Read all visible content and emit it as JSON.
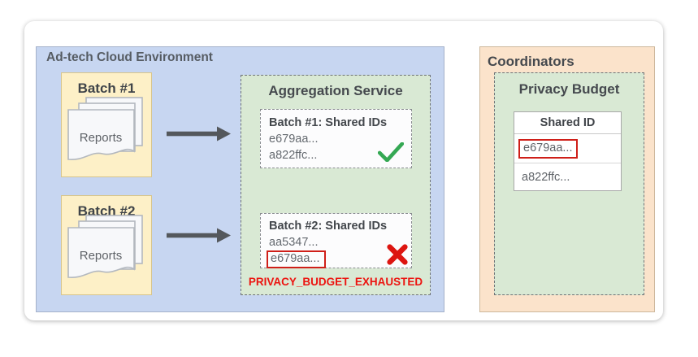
{
  "colors": {
    "environment_blue": "#c7d6f1",
    "coordinators_orange": "#fbe3cb",
    "batch_yellow": "#fdf0c7",
    "service_green": "#d9e9d4",
    "success_green": "#34a853",
    "error_red": "#dd1510",
    "highlight_box_red": "#cf1f19",
    "error_text_red": "#ec1410",
    "arrow_gray": "#54585c"
  },
  "adtech_environment": {
    "label": "Ad-tech Cloud Environment",
    "batch1": {
      "title": "Batch #1",
      "documents_label": "Reports"
    },
    "batch2": {
      "title": "Batch #2",
      "documents_label": "Reports"
    },
    "aggregation_service": {
      "title": "Aggregation Service",
      "batch1_result": {
        "title": "Batch #1: Shared IDs",
        "ids": [
          "e679aa...",
          "a822ffc..."
        ],
        "status_icon": "check-icon"
      },
      "batch2_result": {
        "title": "Batch #2: Shared IDs",
        "ids": [
          "aa5347...",
          "e679aa..."
        ],
        "status_icon": "cross-icon"
      },
      "error_label": "PRIVACY_BUDGET_EXHAUSTED"
    }
  },
  "coordinators": {
    "label": "Coordinators",
    "privacy_budget": {
      "title": "Privacy Budget",
      "table": {
        "header": "Shared ID",
        "rows": [
          "e679aa...",
          "a822ffc..."
        ]
      }
    }
  }
}
